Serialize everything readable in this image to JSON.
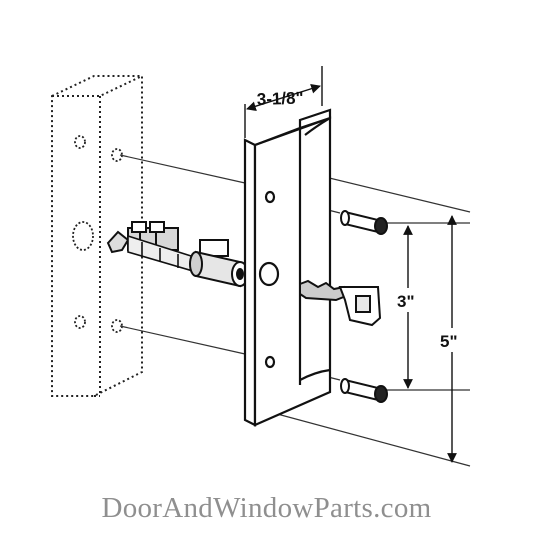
{
  "diagram": {
    "dimensions": {
      "handle_width": "3-1/8\"",
      "screw_spacing": "3\"",
      "overall_height": "5\""
    },
    "components": [
      "door-edge",
      "latch-cam",
      "lock-cylinder",
      "handle-plate",
      "key",
      "mounting-screws"
    ]
  },
  "watermark": "DoorAndWindowParts.com"
}
